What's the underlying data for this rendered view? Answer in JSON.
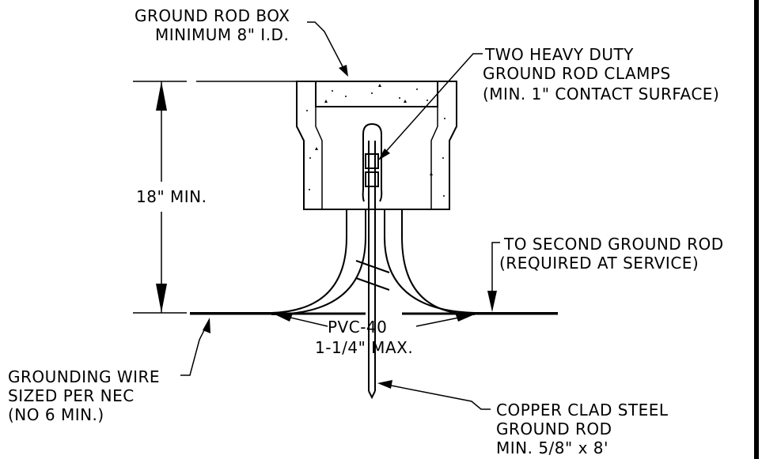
{
  "labels": {
    "box_line1": "GROUND ROD BOX",
    "box_line2": "MINIMUM 8\" I.D.",
    "clamps_line1": "TWO HEAVY DUTY",
    "clamps_line2": "GROUND ROD CLAMPS",
    "clamps_line3": "(MIN. 1\" CONTACT SURFACE)",
    "depth": "18\" MIN.",
    "second_line1": "TO SECOND GROUND ROD",
    "second_line2": "(REQUIRED AT SERVICE)",
    "pvc_line1": "PVC-40",
    "pvc_line2": "1-1/4\" MAX.",
    "wire_line1": "GROUNDING WIRE",
    "wire_line2": "SIZED PER NEC",
    "wire_line3": "(NO 6 MIN.)",
    "rod_line1": "COPPER CLAD STEEL",
    "rod_line2": "GROUND ROD",
    "rod_line3": "MIN. 5/8\" x 8'"
  },
  "colors": {
    "ink": "#000000",
    "background": "#ffffff"
  }
}
